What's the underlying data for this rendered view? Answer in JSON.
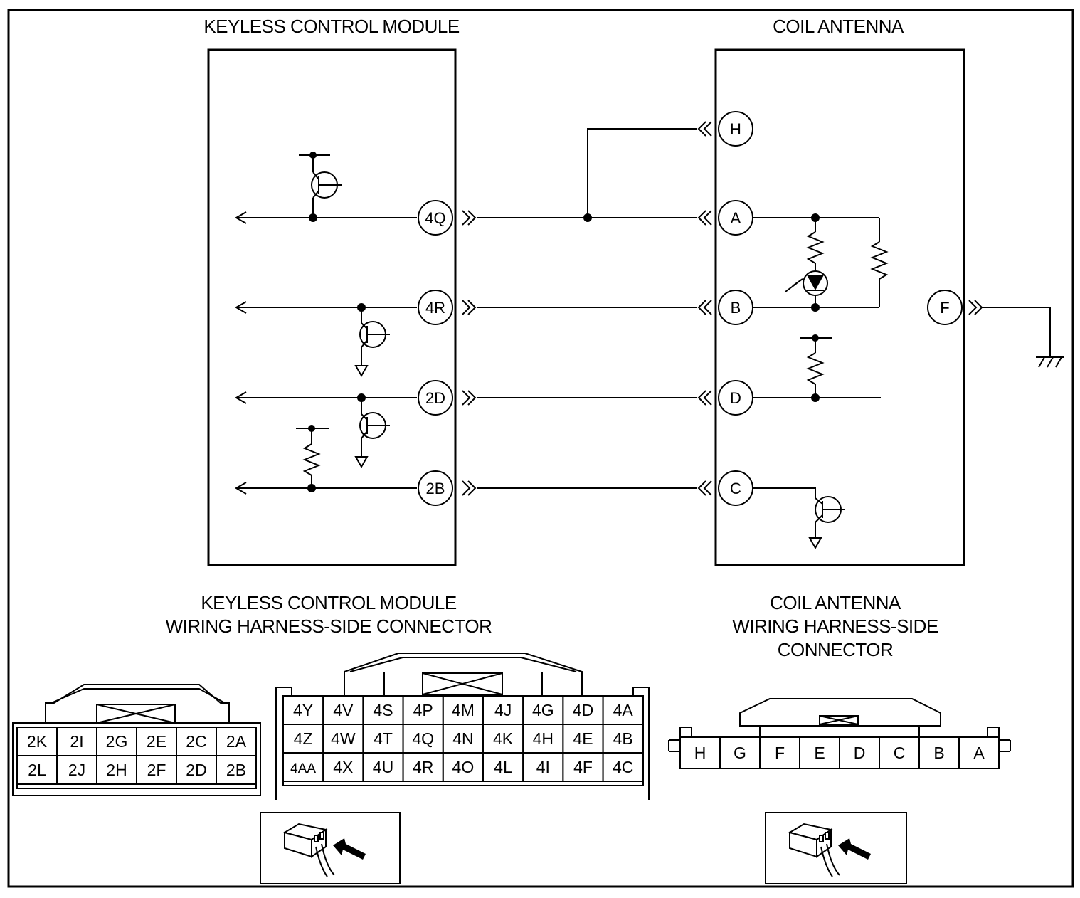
{
  "titles": {
    "kcm": "KEYLESS CONTROL MODULE",
    "coil": "COIL ANTENNA",
    "kcm_conn_line1": "KEYLESS CONTROL MODULE",
    "kcm_conn_line2": "WIRING HARNESS-SIDE CONNECTOR",
    "coil_conn_line1": "COIL ANTENNA",
    "coil_conn_line2": "WIRING HARNESS-SIDE",
    "coil_conn_line3": "CONNECTOR"
  },
  "kcm_pins": [
    "4Q",
    "4R",
    "2D",
    "2B"
  ],
  "coil_pins": [
    "H",
    "A",
    "B",
    "D",
    "C",
    "F"
  ],
  "connector_2": {
    "rows": [
      [
        "2K",
        "2I",
        "2G",
        "2E",
        "2C",
        "2A"
      ],
      [
        "2L",
        "2J",
        "2H",
        "2F",
        "2D",
        "2B"
      ]
    ]
  },
  "connector_4": {
    "rows": [
      [
        "4Y",
        "4V",
        "4S",
        "4P",
        "4M",
        "4J",
        "4G",
        "4D",
        "4A"
      ],
      [
        "4Z",
        "4W",
        "4T",
        "4Q",
        "4N",
        "4K",
        "4H",
        "4E",
        "4B"
      ],
      [
        "4AA",
        "4X",
        "4U",
        "4R",
        "4O",
        "4L",
        "4I",
        "4F",
        "4C"
      ]
    ]
  },
  "coil_connector": {
    "cells": [
      "H",
      "G",
      "F",
      "E",
      "D",
      "C",
      "B",
      "A"
    ]
  },
  "icons": [
    "transistor-icon",
    "resistor-icon",
    "led-icon",
    "ground-icon",
    "connector-view-icon",
    "arrow-icon"
  ]
}
